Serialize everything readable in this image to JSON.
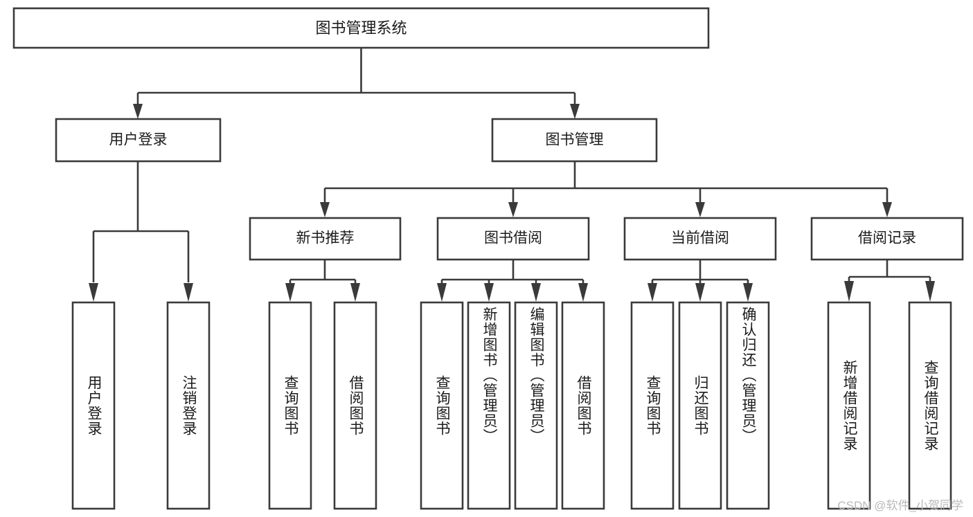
{
  "diagram": {
    "type": "tree",
    "title_node": {
      "id": "root",
      "label": "图书管理系统"
    },
    "level2": [
      {
        "id": "login",
        "label": "用户登录"
      },
      {
        "id": "bookmgmt",
        "label": "图书管理"
      }
    ],
    "level3": [
      {
        "id": "newbook",
        "label": "新书推荐",
        "parent": "bookmgmt"
      },
      {
        "id": "borrow",
        "label": "图书借阅",
        "parent": "bookmgmt"
      },
      {
        "id": "current",
        "label": "当前借阅",
        "parent": "bookmgmt"
      },
      {
        "id": "records",
        "label": "借阅记录",
        "parent": "bookmgmt"
      }
    ],
    "leaves": [
      {
        "id": "leaf-user-login",
        "label": "用户登录",
        "parent": "login"
      },
      {
        "id": "leaf-user-logout",
        "label": "注销登录",
        "parent": "login"
      },
      {
        "id": "leaf-newbook-query",
        "label": "查询图书",
        "parent": "newbook"
      },
      {
        "id": "leaf-newbook-borrow",
        "label": "借阅图书",
        "parent": "newbook"
      },
      {
        "id": "leaf-borrow-query",
        "label": "查询图书",
        "parent": "borrow"
      },
      {
        "id": "leaf-borrow-add",
        "label": "新增图书（管理员）",
        "parent": "borrow"
      },
      {
        "id": "leaf-borrow-edit",
        "label": "编辑图书（管理员）",
        "parent": "borrow"
      },
      {
        "id": "leaf-borrow-lend",
        "label": "借阅图书",
        "parent": "borrow"
      },
      {
        "id": "leaf-current-query",
        "label": "查询图书",
        "parent": "current"
      },
      {
        "id": "leaf-current-return",
        "label": "归还图书",
        "parent": "current"
      },
      {
        "id": "leaf-current-confirm",
        "label": "确认归还（管理员）",
        "parent": "current"
      },
      {
        "id": "leaf-records-add",
        "label": "新增借阅记录",
        "parent": "records"
      },
      {
        "id": "leaf-records-query",
        "label": "查询借阅记录",
        "parent": "records"
      }
    ],
    "colors": {
      "stroke": "#3a3a3a",
      "fill": "#ffffff",
      "text": "#1b1b1b",
      "watermark": "#b9b9b9",
      "background": "#ffffff"
    }
  },
  "watermark": {
    "text": "CSDN @软件_小贺同学"
  }
}
